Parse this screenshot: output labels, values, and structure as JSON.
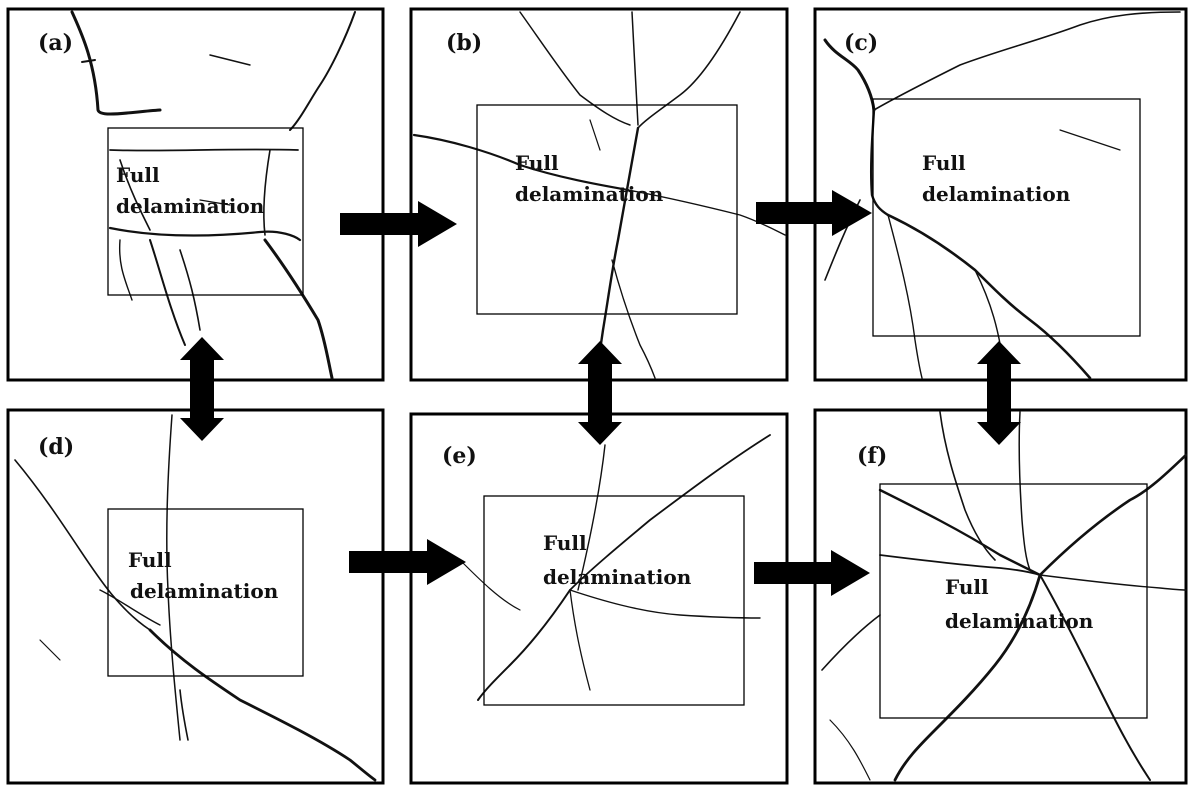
{
  "panels": [
    {
      "id": "a",
      "label": "(a)",
      "box_line1": "Full",
      "box_line2": "delamination"
    },
    {
      "id": "b",
      "label": "(b)",
      "box_line1": "Full",
      "box_line2": "delamination"
    },
    {
      "id": "c",
      "label": "(c)",
      "box_line1": "Full",
      "box_line2": "delamination"
    },
    {
      "id": "d",
      "label": "(d)",
      "box_line1": "Full",
      "box_line2": "delamination"
    },
    {
      "id": "e",
      "label": "(e)",
      "box_line1": "Full",
      "box_line2": "delamination"
    },
    {
      "id": "f",
      "label": "(f)",
      "box_line1": "Full",
      "box_line2": "delamination"
    }
  ],
  "arrows": [
    {
      "from": "a",
      "to": "b",
      "kind": "right"
    },
    {
      "from": "b",
      "to": "c",
      "kind": "right"
    },
    {
      "from": "d",
      "to": "e",
      "kind": "right"
    },
    {
      "from": "e",
      "to": "f",
      "kind": "right"
    },
    {
      "from": "a",
      "to": "d",
      "kind": "double-vertical"
    },
    {
      "from": "b",
      "to": "e",
      "kind": "double-vertical"
    },
    {
      "from": "c",
      "to": "f",
      "kind": "double-vertical"
    }
  ],
  "colors": {
    "ink": "#111111",
    "background": "#ffffff"
  }
}
